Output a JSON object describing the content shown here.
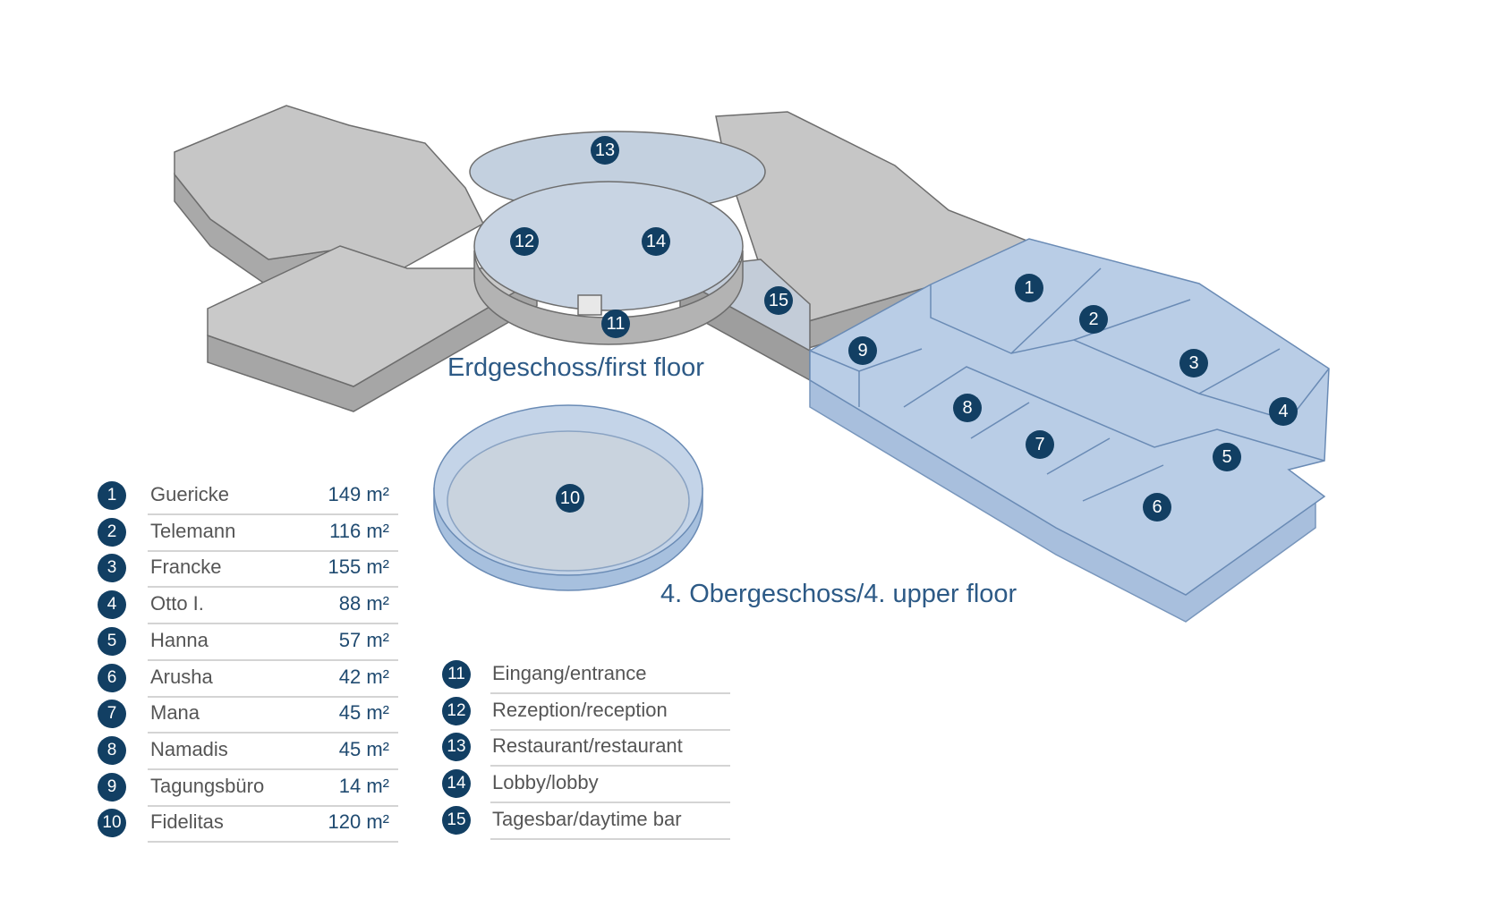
{
  "floors": {
    "ground": "Erdgeschoss/first floor",
    "upper": "4. Obergeschoss/4. upper floor"
  },
  "colors": {
    "marker": "#123f63",
    "label": "#2d5a86",
    "ground_floor": "#c8c8c8",
    "upper_floor": "#b9cde6"
  },
  "rooms": [
    {
      "num": "1",
      "name": "Guericke",
      "area": "149 m²"
    },
    {
      "num": "2",
      "name": "Telemann",
      "area": "116 m²"
    },
    {
      "num": "3",
      "name": "Francke",
      "area": "155 m²"
    },
    {
      "num": "4",
      "name": "Otto I.",
      "area": "88 m²"
    },
    {
      "num": "5",
      "name": "Hanna",
      "area": "57 m²"
    },
    {
      "num": "6",
      "name": "Arusha",
      "area": "42 m²"
    },
    {
      "num": "7",
      "name": "Mana",
      "area": "45 m²"
    },
    {
      "num": "8",
      "name": "Namadis",
      "area": "45 m²"
    },
    {
      "num": "9",
      "name": "Tagungsbüro",
      "area": "14 m²"
    },
    {
      "num": "10",
      "name": "Fidelitas",
      "area": "120 m²"
    }
  ],
  "facilities": [
    {
      "num": "11",
      "name": "Eingang/entrance"
    },
    {
      "num": "12",
      "name": "Rezeption/reception"
    },
    {
      "num": "13",
      "name": "Restaurant/restaurant"
    },
    {
      "num": "14",
      "name": "Lobby/lobby"
    },
    {
      "num": "15",
      "name": "Tagesbar/daytime bar"
    }
  ]
}
